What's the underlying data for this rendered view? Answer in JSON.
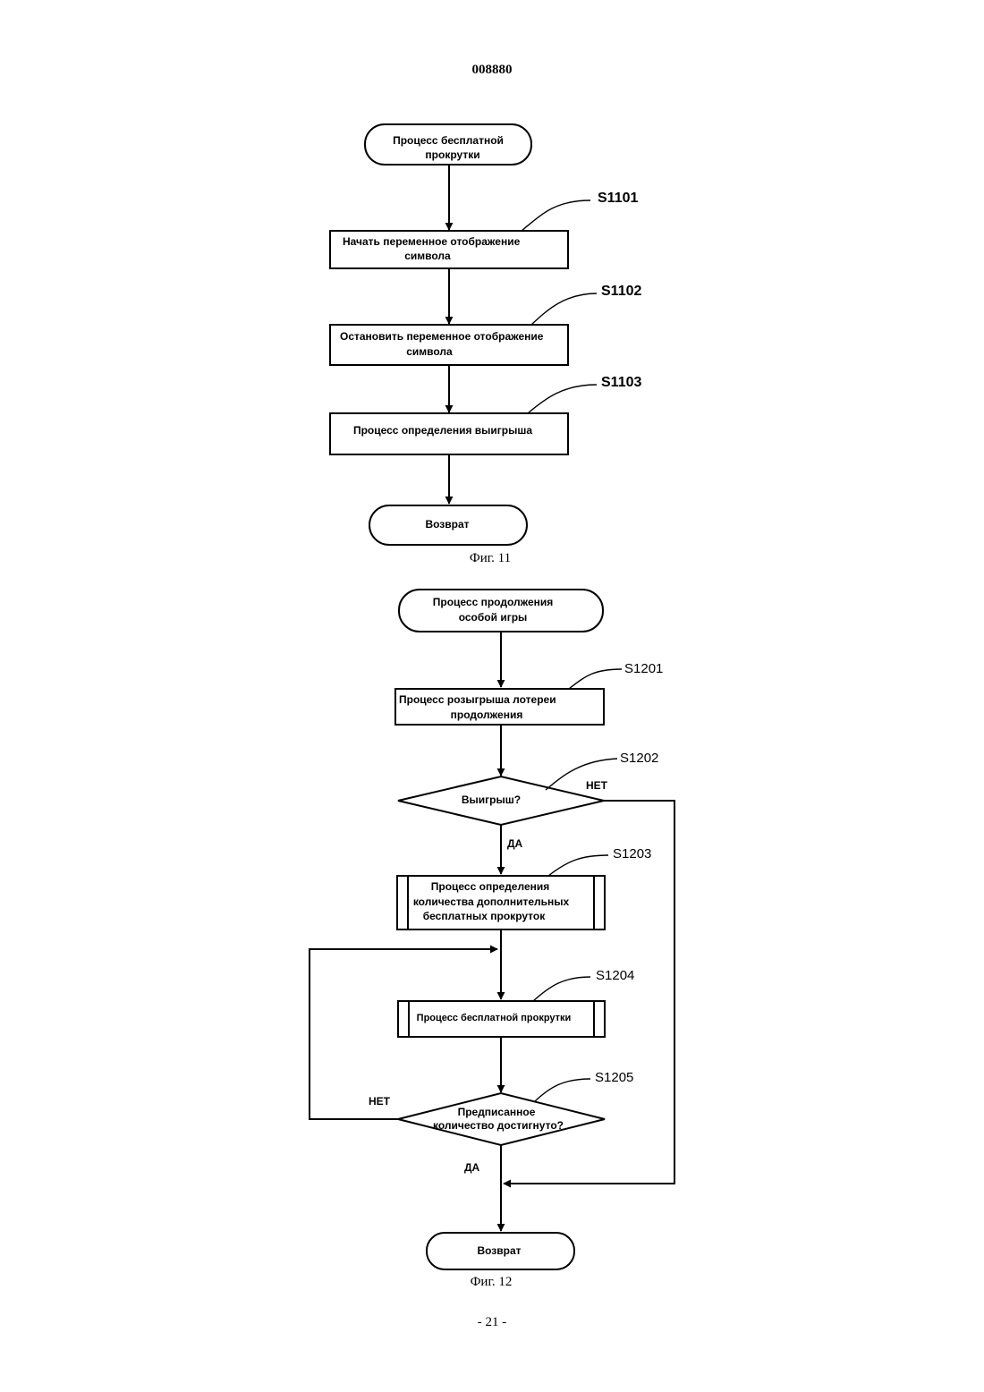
{
  "header": {
    "doc_number": "008880"
  },
  "fig11": {
    "start": [
      "Процесс бесплатной",
      "прокрутки"
    ],
    "s1101": {
      "label": "S1101",
      "text": [
        "Начать переменное отображение",
        "символа"
      ]
    },
    "s1102": {
      "label": "S1102",
      "text": [
        "Остановить переменное отображение",
        "символа"
      ]
    },
    "s1103": {
      "label": "S1103",
      "text": "Процесс определения выигрыша"
    },
    "end": "Возврат",
    "caption": "Фиг. 11"
  },
  "fig12": {
    "start": [
      "Процесс продолжения",
      "особой игры"
    ],
    "s1201": {
      "label": "S1201",
      "text": [
        "Процесс розыгрыша лотереи",
        "продолжения"
      ]
    },
    "s1202": {
      "label": "S1202",
      "text": "Выигрыш?",
      "no": "НЕТ",
      "yes": "ДА"
    },
    "s1203": {
      "label": "S1203",
      "text": [
        "Процесс определения",
        "количества дополнительных",
        "бесплатных прокруток"
      ]
    },
    "s1204": {
      "label": "S1204",
      "text": "Процесс бесплатной прокрутки"
    },
    "s1205": {
      "label": "S1205",
      "text": [
        "Предписанное",
        "количество достигнуто?"
      ],
      "no": "НЕТ",
      "yes": "ДА"
    },
    "end": "Возврат",
    "caption": "Фиг. 12"
  },
  "footer": {
    "page_number": "- 21 -"
  }
}
